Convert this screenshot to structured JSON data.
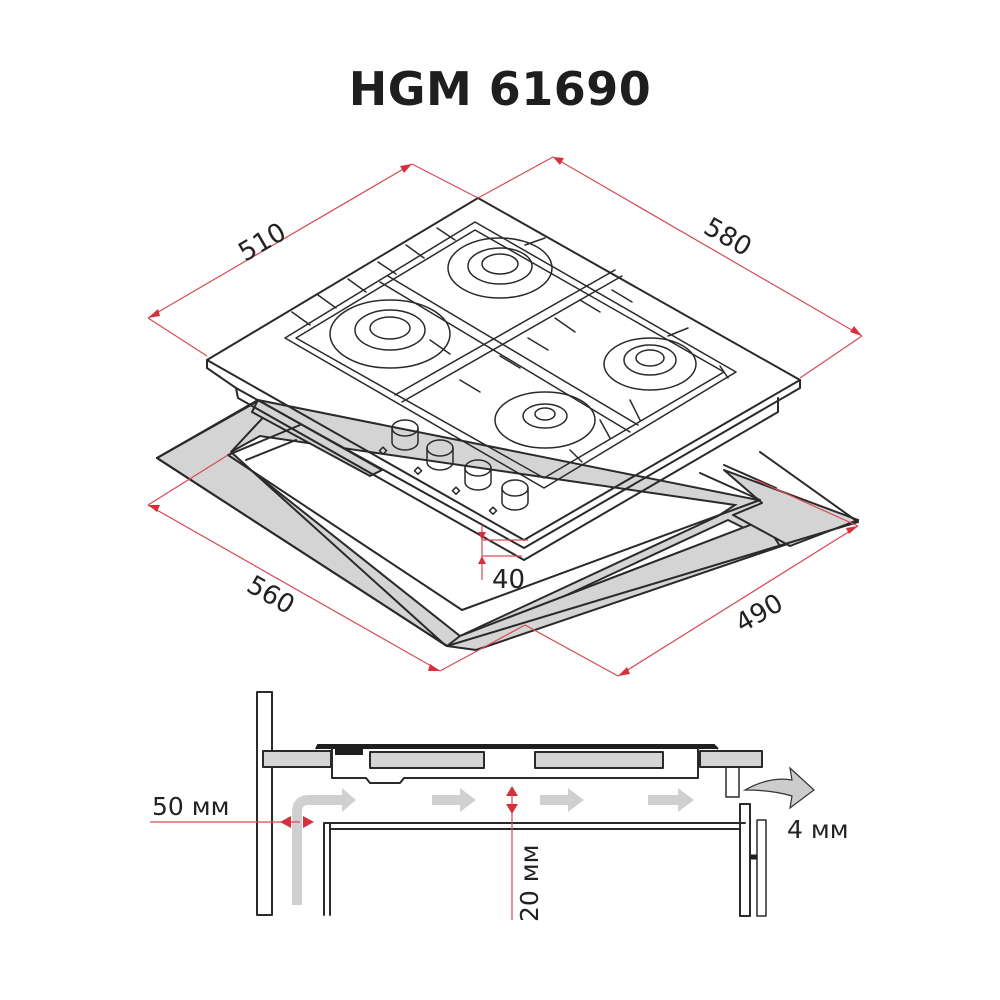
{
  "title": "HGM 61690",
  "colors": {
    "dimension_line": "#d64a55",
    "outline": "#2a2a2a",
    "cutout_fill": "#d4d4d4",
    "airflow_arrow": "#d0d0d0"
  },
  "top_view": {
    "dimensions": {
      "hob_depth": "510",
      "hob_width": "580",
      "cutout_width": "560",
      "cutout_depth": "490",
      "hob_height": "40"
    },
    "burners": 4,
    "knobs": 4
  },
  "cross_section": {
    "labels": {
      "wall_gap": "50 мм",
      "under_gap": "20 мм",
      "vent_gap": "4 мм"
    }
  }
}
